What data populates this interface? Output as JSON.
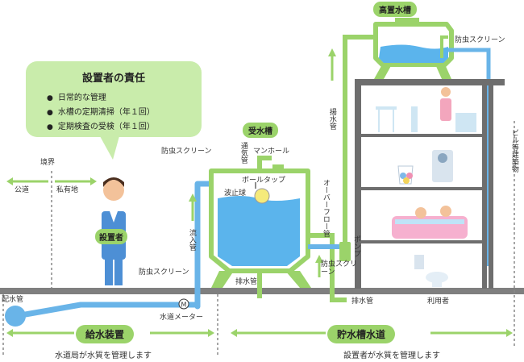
{
  "bubble": {
    "title": "設置者の責任",
    "items": [
      "日常的な管理",
      "水槽の定期清掃（年１回）",
      "定期検査の受検（年１回）"
    ]
  },
  "labels": {
    "boundary": "境界",
    "public_road": "公道",
    "private_land": "私有地",
    "installer": "設置者",
    "distribution_pipe": "配水管",
    "water_meter": "水道メーター",
    "receiving_tank": "受水槽",
    "high_tank": "高置水槽",
    "building": "ビル等建築物",
    "insect_screen_1": "防虫スクリーン",
    "vent_pipe": "通気管",
    "manhole": "マンホール",
    "ball_tap": "ボールタップ",
    "wave_ball": "波止球",
    "inflow_pipe": "流入管",
    "overflow_pipe": "オーバーフロー管",
    "insect_screen_2": "防虫スクリーン",
    "drain_pipe_1": "排水管",
    "insect_screen_3": "防虫スクリーン",
    "drain_pipe_2": "排水管",
    "pump": "ポンプ",
    "lift_pipe": "揚水管",
    "insect_screen_4": "防虫スクリーン",
    "user": "利用者",
    "meter_symbol": "M"
  },
  "sections": {
    "supply_device": "給水装置",
    "supply_note": "水道局が水質を管理します",
    "storage_system": "貯水槽水道",
    "storage_note": "設置者が水質を管理します"
  },
  "colors": {
    "green_pipe": "#9bd36a",
    "blue_pipe": "#69b4e8",
    "water": "#5bb4ec",
    "ground": "#7f7f7f",
    "building": "#6e6e6e"
  }
}
